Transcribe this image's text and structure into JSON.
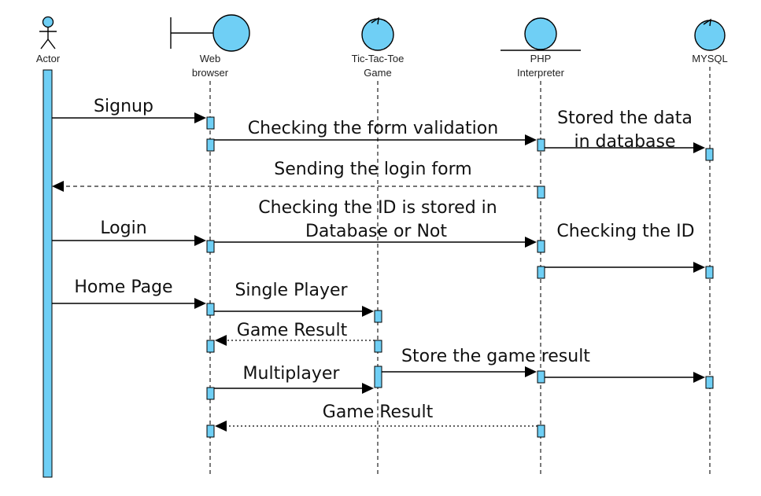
{
  "participants": {
    "actor": "Actor",
    "web_browser": [
      "Web",
      "browser"
    ],
    "game": [
      "Tic-Tac-Toe",
      "Game"
    ],
    "php": [
      "PHP",
      "Interpreter"
    ],
    "mysql": "MYSQL"
  },
  "messages": {
    "signup": "Signup",
    "form_validation": "Checking the form validation",
    "stored_data": [
      "Stored the data",
      "in database"
    ],
    "login_form": "Sending the login form",
    "check_id_stored": [
      "Checking the ID is stored in",
      "Database or Not"
    ],
    "login": "Login",
    "checking_id": "Checking the ID",
    "home_page": "Home Page",
    "single_player": "Single Player",
    "game_result_1": "Game Result",
    "store_game_result": "Store the game result",
    "multiplayer": "Multiplayer",
    "game_result_2": "Game Result"
  },
  "colors": {
    "lifeline_fill": "#6fcff5",
    "stroke": "#000000"
  }
}
